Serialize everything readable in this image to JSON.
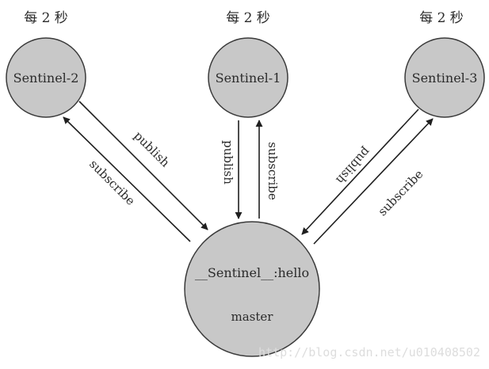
{
  "timing": {
    "left": "每 2 秒",
    "center": "每 2 秒",
    "right": "每 2 秒"
  },
  "nodes": {
    "sentinel_2": "Sentinel-2",
    "sentinel_1": "Sentinel-1",
    "sentinel_3": "Sentinel-3",
    "master": {
      "channel": "__Sentinel__:hello",
      "label": "master"
    }
  },
  "edges": {
    "s2_publish": "publish",
    "s2_subscribe": "subscribe",
    "s1_publish": "publish",
    "s1_subscribe": "subscribe",
    "s3_publish": "publish",
    "s3_subscribe": "subscribe"
  },
  "watermark": "http://blog.csdn.net/u010408502",
  "colors": {
    "node_fill": "#c8c8c8",
    "node_stroke": "#3a3a3a",
    "arrow": "#1f1f1f"
  }
}
